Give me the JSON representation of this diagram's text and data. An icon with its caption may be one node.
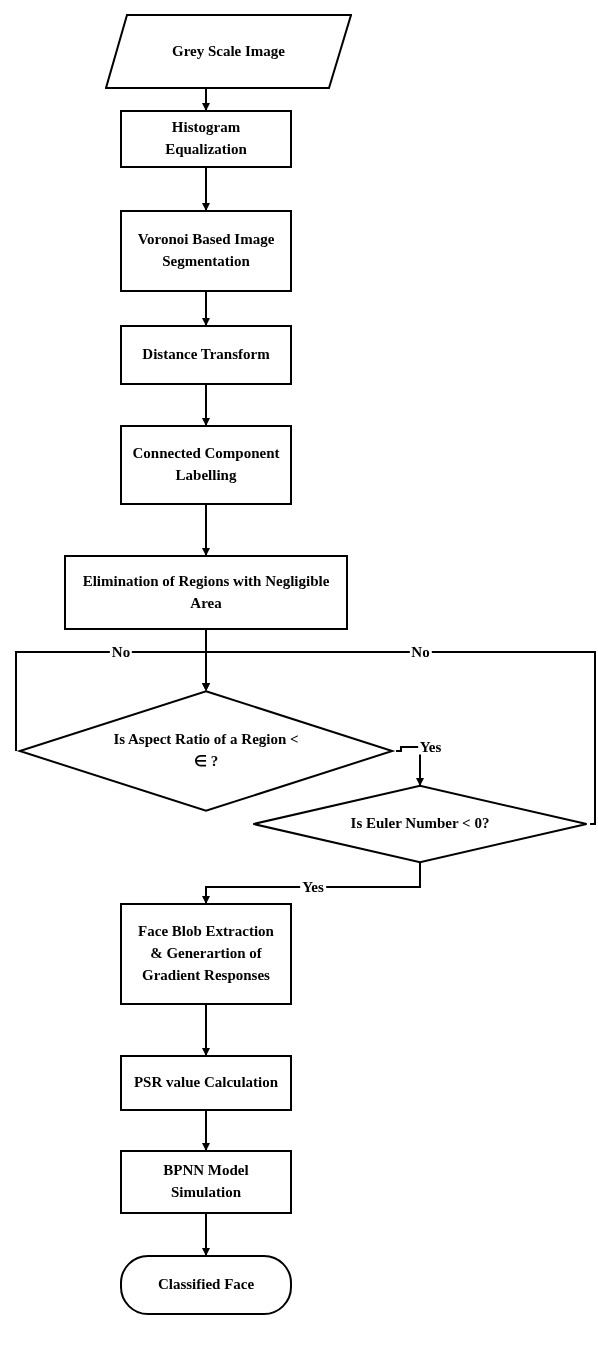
{
  "diagram": {
    "nodes": [
      {
        "text": [
          "Grey Scale Image"
        ]
      },
      {
        "text": [
          "Histogram Equalization"
        ]
      },
      {
        "text": [
          "Voronoi Based Image Segmentation"
        ]
      },
      {
        "text": [
          "Distance Transform"
        ]
      },
      {
        "text": [
          "Connected Component Labelling"
        ]
      },
      {
        "text": [
          "Elimination of Regions with Negligible Area"
        ]
      },
      {
        "text": [
          "Is Aspect Ratio of a Region < ∈ ?"
        ]
      },
      {
        "text": [
          "Is Euler Number < 0?"
        ]
      },
      {
        "text": [
          "Face Blob Extraction & Generartion of Gradient Responses"
        ]
      },
      {
        "text": [
          "PSR value Calculation"
        ]
      },
      {
        "text": [
          "BPNN Model Simulation"
        ]
      },
      {
        "text": [
          "Classified Face"
        ]
      }
    ],
    "edges": [
      {
        "from": 0,
        "to": 1,
        "arrow": "to"
      },
      {
        "from": 1,
        "to": 2,
        "arrow": "to"
      },
      {
        "from": 2,
        "to": 3,
        "arrow": "to"
      },
      {
        "from": 3,
        "to": 4,
        "arrow": "to"
      },
      {
        "from": 4,
        "to": 5,
        "arrow": "to"
      },
      {
        "from": 5,
        "to": 6,
        "arrow": "to"
      },
      {
        "from": 6,
        "to": 6,
        "label": "No",
        "arrow": "to"
      },
      {
        "from": 7,
        "to": 6,
        "label": "No",
        "arrow": "to"
      },
      {
        "from": 6,
        "to": 7,
        "label": "Yes",
        "arrow": "to"
      },
      {
        "from": 7,
        "to": 8,
        "label": "Yes",
        "arrow": "to"
      },
      {
        "from": 8,
        "to": 9,
        "arrow": "to"
      },
      {
        "from": 9,
        "to": 10,
        "arrow": "to"
      },
      {
        "from": 10,
        "to": 11,
        "arrow": "to"
      }
    ]
  }
}
